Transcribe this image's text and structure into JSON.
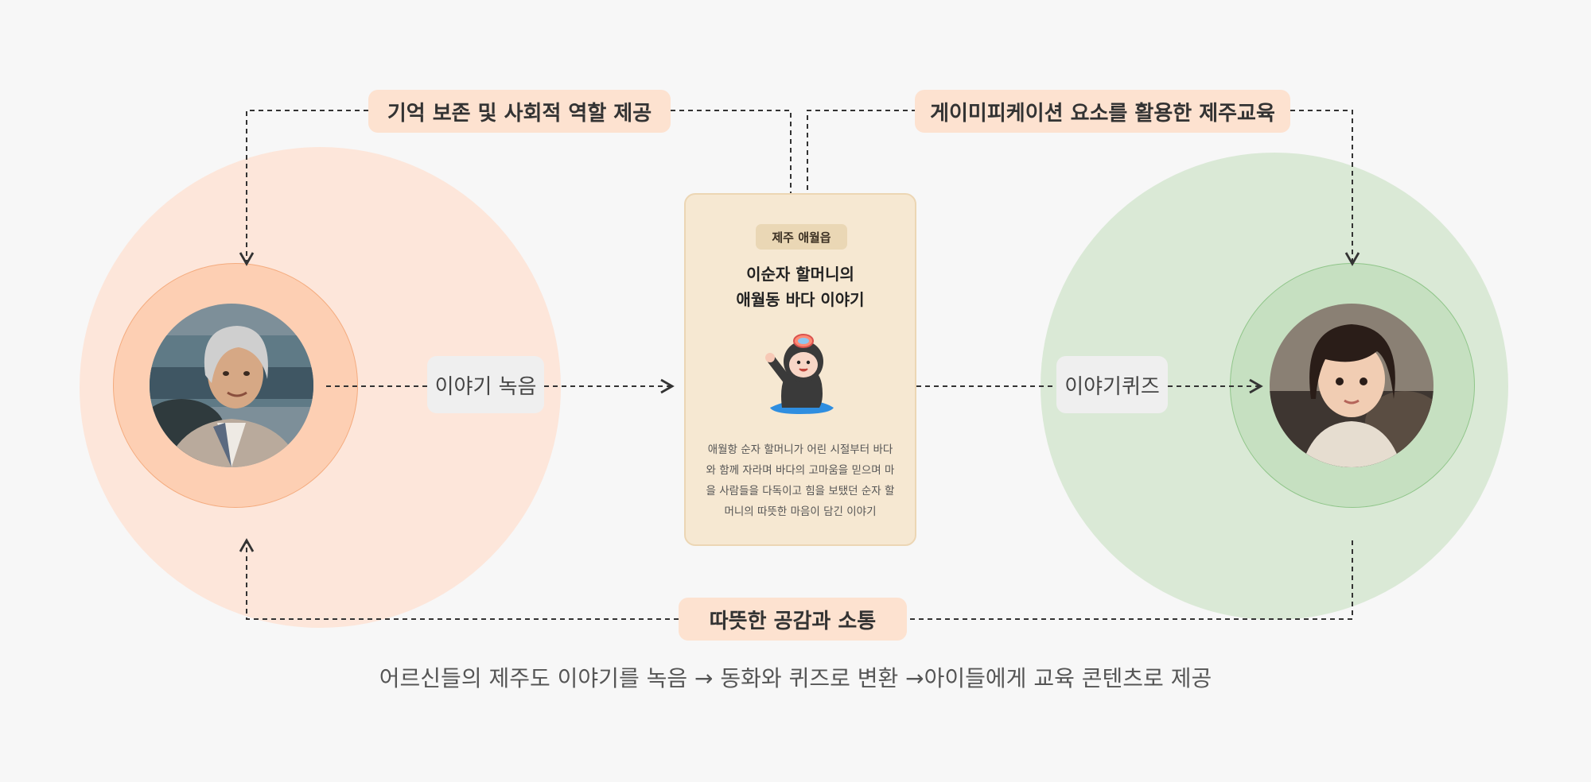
{
  "labels": {
    "top_left": "기억 보존 및 사회적 역할 제공",
    "top_right": "게이미피케이션 요소를 활용한 제주교육",
    "record": "이야기 녹음",
    "quiz": "이야기퀴즈",
    "bottom": "따뜻한 공감과 소통"
  },
  "card": {
    "tag": "제주 애월읍",
    "title_lines": [
      "이순자 할머니의",
      "애월동 바다 이야기"
    ],
    "description_lines": [
      "애월항 순자 할머니가 어린 시절부터 바다",
      "와 함께 자라며 바다의 고마움을 믿으며 마",
      "을 사람들을 다독이고 힘을 보탰던 순자 할",
      "머니의 따뜻한 마음이 담긴 이야기"
    ]
  },
  "caption": "어르신들의 제주도 이야기를 녹음 → 동화와 퀴즈로 변환 →아이들에게 교육 콘텐츠로 제공",
  "colors": {
    "elder_halo": "#fde6da",
    "elder_ring": "#fdcfb3",
    "child_halo": "#dae9d6",
    "child_ring": "#c6e0c1",
    "card_bg": "#f6e8d2",
    "pill_peach": "#fde2d0",
    "pill_grey": "#efefef"
  },
  "images": {
    "elder": "elderly-woman-portrait",
    "child": "child-portrait",
    "mascot": "haenyeo-mascot"
  }
}
